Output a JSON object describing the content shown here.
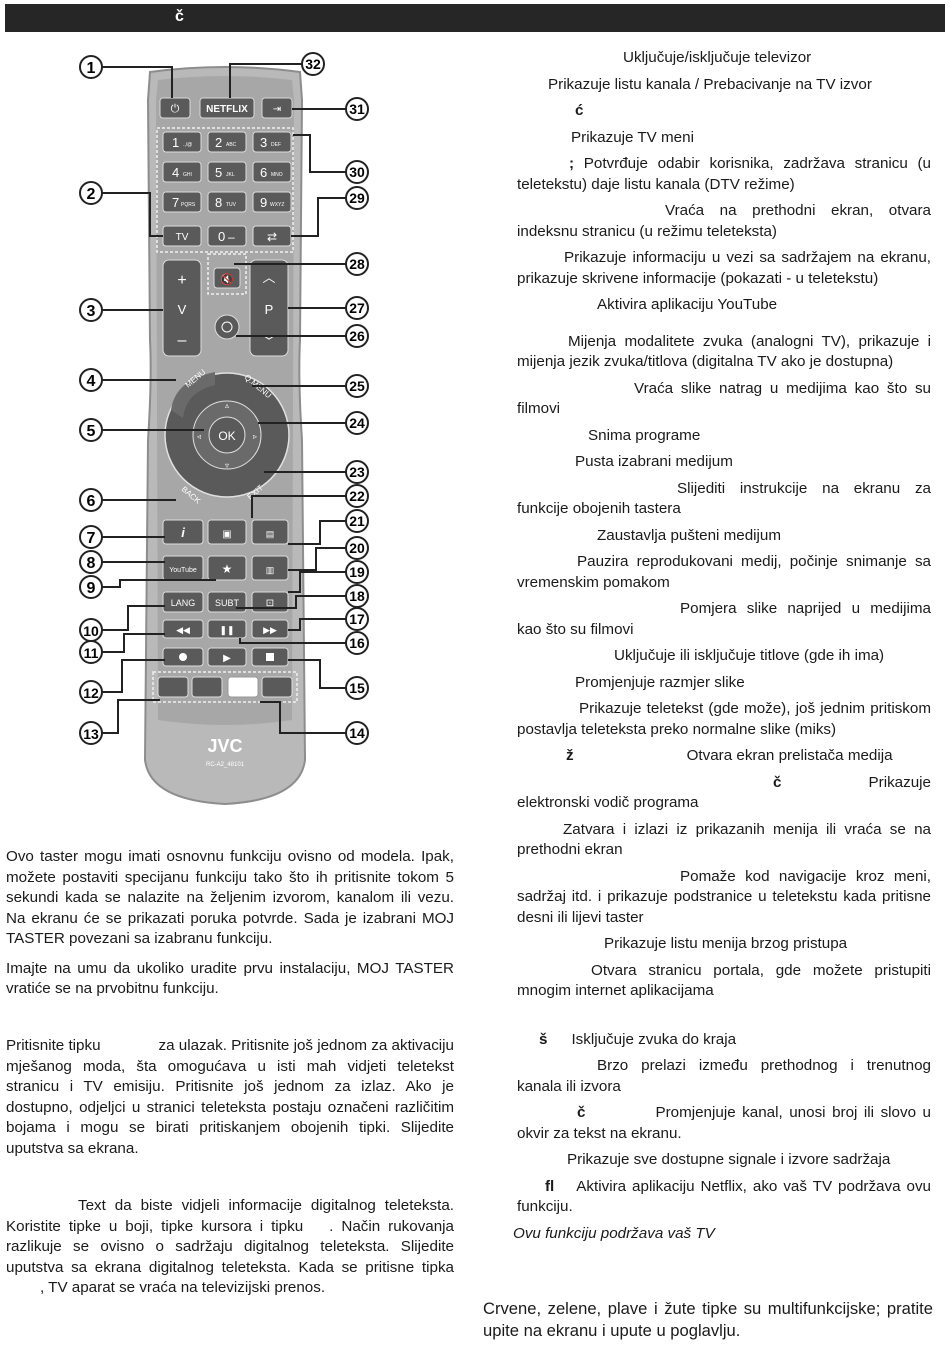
{
  "header": {
    "title_char": "č"
  },
  "remote": {
    "callouts_left": [
      "1",
      "2",
      "3",
      "4",
      "5",
      "6",
      "7",
      "8",
      "9",
      "10",
      "11",
      "12",
      "13"
    ],
    "callouts_right": [
      "32",
      "31",
      "30",
      "29",
      "28",
      "27",
      "26",
      "25",
      "24",
      "23",
      "22",
      "21",
      "20",
      "19",
      "18",
      "17",
      "16",
      "15",
      "14"
    ],
    "buttons": {
      "netflix": "NETFLIX",
      "num1": "1",
      "num1_sub": ".,/@",
      "num2": "2",
      "num2_sub": "ABC",
      "num3": "3",
      "num3_sub": "DEF",
      "num4": "4",
      "num4_sub": "GHI",
      "num5": "5",
      "num5_sub": "JKL",
      "num6": "6",
      "num6_sub": "MNO",
      "num7": "7",
      "num7_sub": "PQRS",
      "num8": "8",
      "num8_sub": "TUV",
      "num9": "9",
      "num9_sub": "WXYZ",
      "num0": "0",
      "tv": "TV",
      "vol_plus": "+",
      "vol_label": "V",
      "vol_minus": "–",
      "prog_label": "P",
      "menu": "MENU",
      "qmenu": "Q.MENU",
      "ok": "OK",
      "back": "BACK",
      "exit": "EXIT",
      "info": "i",
      "lang": "LANG",
      "subt": "SUBT",
      "youtube": "YouTube",
      "brand": "JVC",
      "model": "RC-A2_48101"
    }
  },
  "left_text": {
    "p1": "Ovo taster mogu imati osnovnu funkciju ovisno od modela. Ipak, možete postaviti specijanu funkciju tako što ih pritisnite tokom 5 sekundi kada se nalazite na željenim izvorom, kanalom ili vezu. Na ekranu će se prikazati poruka potvrde. Sada je izabrani MOJ TASTER povezani sa izabranu funkciju.",
    "p2": "Imajte na umu da ukoliko uradite prvu instalaciju, MOJ TASTER  vratiće se na prvobitnu funkciju.",
    "p3a": "Pritisnite tipku",
    "p3b": "za ulazak. Pritisnite još jednom za aktivaciju mješanog moda, šta omogućava u isti mah vidjeti teletekst stranicu i TV emisiju. Pritisnite još jednom za izlaz. Ako je dostupno, odjeljci u stranici teleteksta postaju označeni različitim bojama i mogu se birati pritiskanjem obojenih tipki. Slijedite uputstva sa ekrana.",
    "p4a": "Text da biste vidjeli informacije digitalnog teleteksta. Koristite tipke u boji, tipke kursora i tipku",
    "p4b": ". Način rukovanja razlikuje se ovisno o sadržaju digitalnog teleteksta. Slijedite uputstva sa ekrana digitalnog teleteksta. Kada se pritisne tipka",
    "p4c": ", TV aparat se vraća na televizijski prenos."
  },
  "right_text": {
    "f1": "Uključuje/isključuje televizor",
    "f2": "Prikazuje listu kanala / Prebacivanje na TV izvor",
    "f3": "ć",
    "f4": "Prikazuje TV meni",
    "f5a": ";",
    "f5b": "Potvrđuje odabir korisnika, zadržava stranicu (u teletekstu) daje listu kanala (DTV režime)",
    "f6": "Vraća na prethodni ekran, otvara indeksnu stranicu (u režimu teleteksta)",
    "f7": "Prikazuje informaciju u vezi sa sadržajem na ekranu, prikazuje skrivene informacije (pokazati - u teletekstu)",
    "f8": "Aktivira aplikaciju YouTube",
    "f9": "Mijenja modalitete zvuka (analogni TV), prikazuje i mijenja jezik zvuka/titlova (digitalna TV ako je dostupna)",
    "f10": "Vraća slike natrag u medijima kao što su filmovi",
    "f11": "Snima programe",
    "f12": "Pusta izabrani medijum",
    "f13": "Slijediti instrukcije na ekranu za funkcije obojenih tastera",
    "f14": "Zaustavlja pušteni medijum",
    "f15": "Pauzira reprodukovani medij, počinje snimanje sa vremenskim pomakom",
    "f16": "Pomjera slike naprijed u medijima kao što su filmovi",
    "f17": "Uključuje ili isključuje titlove (gde ih ima)",
    "f18": "Promjenjuje razmjer slike",
    "f19": "Prikazuje teletekst (gde može), još jednim pritiskom postavlja teleteksta preko normalne slike (miks)",
    "f20a": "ž",
    "f20b": "Otvara ekran prelistača medija",
    "f21a": "č",
    "f21b": "Prikazuje",
    "f21c": "elektronski vodič programa",
    "f22": "Zatvara i izlazi iz prikazanih menija ili vraća se na prethodni ekran",
    "f23": "Pomaže kod navigacije kroz meni, sadržaj itd. i prikazuje podstranice u teletekstu kada pritisne desni ili lijevi taster",
    "f24": "Prikazuje listu menija brzog pristupa",
    "f25": "Otvara stranicu portala, gde možete pristupiti mnogim internet aplikacijama",
    "f26a": "š",
    "f26b": "Isključuje zvuka do kraja",
    "f27": "Brzo prelazi između prethodnog i trenutnog kanala ili izvora",
    "f28a": "č",
    "f28b": "Promjenjuje kanal, unosi broj ili slovo u okvir za tekst na ekranu.",
    "f29": "Prikazuje sve dostupne signale i izvore sadržaja",
    "f30a": "fl",
    "f30b": "Aktivira aplikaciju Netflix, ako vaš TV podržava ovu funkciju.",
    "f31": "Ovu funkciju podržava vaš TV",
    "bottom": "Crvene, zelene, plave i žute tipke su multifunkcijske; pratite upite na ekranu i upute u poglavlju."
  }
}
